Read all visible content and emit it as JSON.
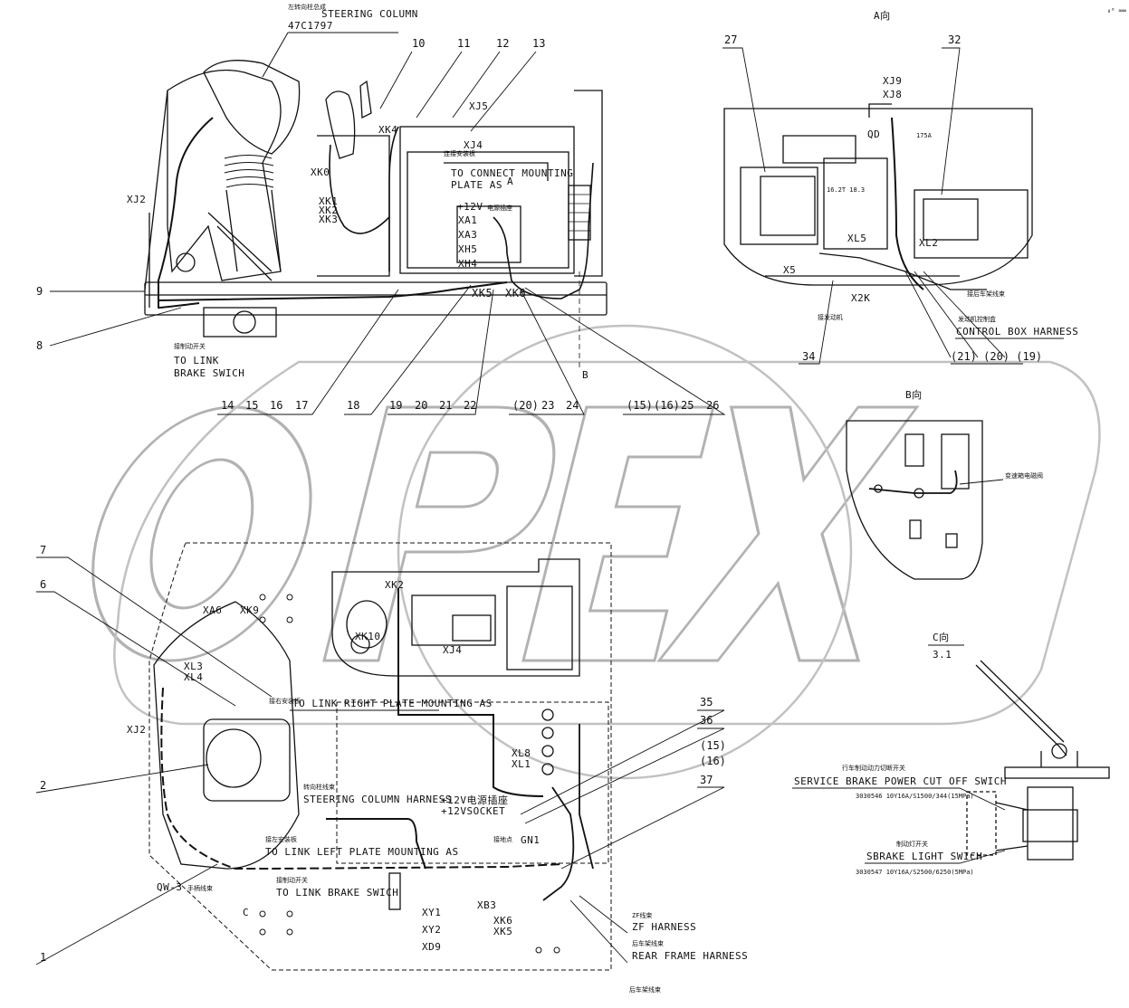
{
  "watermark": "OPEX",
  "corner_mark": "₀⁰ ∞∞",
  "view_labels": {
    "a": "A向",
    "b": "B向",
    "c": "C向",
    "c_scale": "3.1"
  },
  "top_left": {
    "steering_column_cn": "左转向柱总成",
    "steering_column": "STEERING COLUMN",
    "steering_column_part": "47C1797",
    "to_connect_cn": "连接安装板",
    "to_connect_1": "TO CONNECT MOUNTING",
    "to_connect_2": "PLATE AS",
    "to_connect_arrow": "A",
    "socket_12v": "+12V",
    "socket_12v_cn": "电源插座",
    "to_link_cn": "接制动开关",
    "to_link_1": "TO LINK",
    "to_link_2": "BRAKE SWICH",
    "section_b": "B",
    "connectors": [
      "XJ2",
      "XK0",
      "XK1",
      "XK2",
      "XK3",
      "XK4",
      "XJ5",
      "XJ4",
      "XA1",
      "XA3",
      "XH5",
      "XH4",
      "XK5",
      "XK6"
    ],
    "numbers_top": [
      "10",
      "11",
      "12",
      "13"
    ],
    "numbers_left": [
      "9",
      "8"
    ],
    "numbers_bottom": [
      "14",
      "15",
      "16",
      "17",
      "18",
      "19",
      "20",
      "21",
      "22",
      "(20)",
      "23",
      "24",
      "(15)",
      "(16)",
      "25",
      "26"
    ]
  },
  "view_a": {
    "numbers": [
      "27",
      "32",
      "34"
    ],
    "connectors": [
      "XJ9",
      "XJ8",
      "QD",
      "XL5",
      "XL2",
      "X5",
      "X2K"
    ],
    "tags": [
      "175A",
      "16.2T 18.3"
    ],
    "to_rear_cn": "接后车架线束",
    "to_motor_cn": "接发动机",
    "control_box_cn": "发动机控制盒",
    "control_box": "CONTROL BOX HARNESS",
    "refs": "(21) (20) (19)"
  },
  "view_b": {
    "label_cn": "变速箱电磁阀"
  },
  "main_view": {
    "numbers_left": [
      "7",
      "6",
      "2",
      "1"
    ],
    "numbers_right": [
      "35",
      "36",
      "(15)",
      "(16)",
      "37"
    ],
    "connectors": [
      "XA6",
      "XK9",
      "XL3",
      "XL4",
      "XJ2",
      "XJ4",
      "XK10",
      "XK2",
      "XL8",
      "XL1",
      "XY1",
      "XY2",
      "XD9",
      "XB3",
      "XK6",
      "XK5"
    ],
    "right_plate_cn": "接右安装板",
    "right_plate": "TO LINK RIGHT PLATE MOUNTING AS",
    "steering_harness_cn": "转向柱线束",
    "steering_harness": "STEERING COLUMN HARNESS",
    "socket_1": "+12V电源插座",
    "socket_2": "+12VSOCKET",
    "left_plate_cn": "接左安装板",
    "left_plate": "TO LINK LEFT PLATE MOUNTING AS",
    "brake_cn": "接制动开关",
    "brake": "TO LINK BRAKE SWICH",
    "qw_label": "QW-3",
    "qw_cn": "手柄线束",
    "ground_cn": "接地点",
    "ground": "GN1",
    "zf_cn": "ZF线束",
    "zf": "ZF HARNESS",
    "rear_cn": "后车架线束",
    "rear": "REAR FRAME HARNESS",
    "bottom_cn": "后车架线束",
    "letter_c": "C"
  },
  "view_c": {
    "service_cn": "行车制动动力切断开关",
    "service": "SERVICE BRAKE POWER CUT OFF SWICH",
    "service_part": "3030546   10Y16A/S1500/344(15MPa)",
    "light_cn": "制动灯开关",
    "light": "SBRAKE LIGHT SWICH",
    "light_part": "3030547   10Y16A/S2500/6250(5MPa)"
  }
}
